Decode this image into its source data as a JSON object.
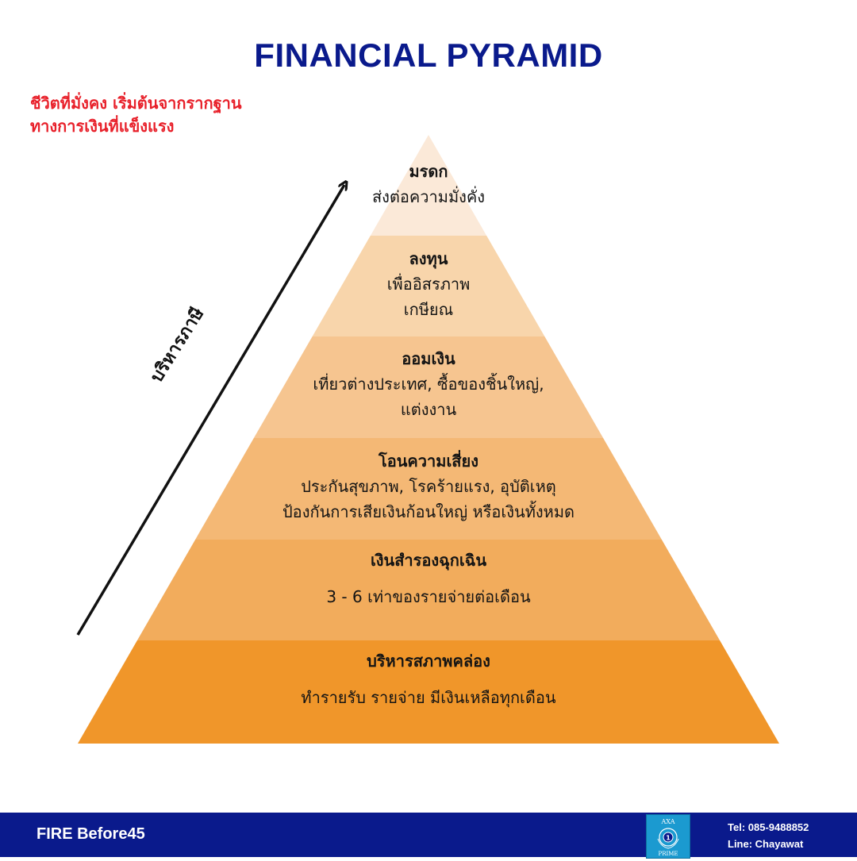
{
  "title": "FINANCIAL PYRAMID",
  "subtitle": {
    "line1": "ชีวิตที่มั่งคง เริ่มต้นจากรากฐาน",
    "line2": "ทางการเงินที่แข็งแรง"
  },
  "axis_label": "บริหารภาษี",
  "layers": [
    {
      "title": "มรดก",
      "desc": [
        "ส่งต่อความมั่งคั่ง"
      ],
      "color": "#fbe9d8"
    },
    {
      "title": "ลงทุน",
      "desc": [
        "เพื่ออิสรภาพ",
        "เกษียณ"
      ],
      "color": "#f8d5ab"
    },
    {
      "title": "ออมเงิน",
      "desc": [
        "เที่ยวต่างประเทศ, ซื้อของชิ้นใหญ่,",
        "แต่งงาน"
      ],
      "color": "#f6c590"
    },
    {
      "title": "โอนความเสี่ยง",
      "desc": [
        "ประกันสุขภาพ, โรคร้ายแรง, อุบัติเหตุ",
        "ป้องกันการเสียเงินก้อนใหญ่ หรือเงินทั้งหมด"
      ],
      "color": "#f4b875"
    },
    {
      "title": "เงินสำรองฉุกเฉิน",
      "desc": [
        "3 - 6 เท่าของรายจ่ายต่อเดือน"
      ],
      "color": "#f2ac5c"
    },
    {
      "title": "บริหารสภาพคล่อง",
      "desc": [
        "ทำรายรับ รายจ่าย มีเงินเหลือทุกเดือน"
      ],
      "color": "#f0962a"
    }
  ],
  "footer": {
    "brand": "FIRE Before45",
    "tel": "Tel: 085-9488852",
    "line": "Line: Chayawat",
    "logo_text_top": "AXA",
    "logo_number": "1",
    "logo_text_bottom": "PRIME"
  },
  "colors": {
    "title": "#0a1a8c",
    "subtitle": "#e8202a",
    "footer_bg": "#0a1a8c"
  }
}
